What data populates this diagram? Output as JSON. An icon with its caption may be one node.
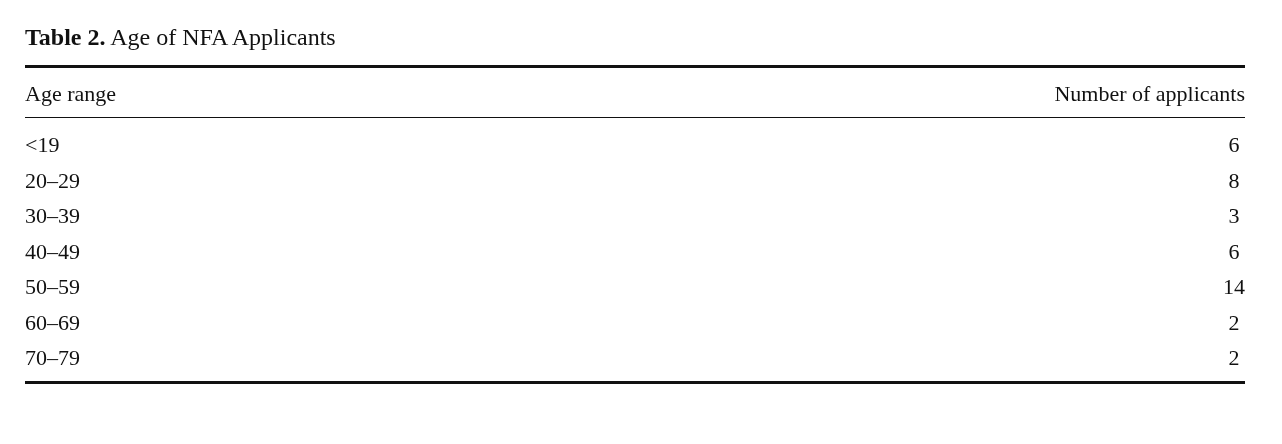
{
  "diagram": {
    "title": "**Table 2.** Age of NFA Applicants",
    "labels": [
      "Age range",
      "Number of applicants",
      "<19",
      "6",
      "20–29",
      "8",
      "30–39",
      "3",
      "40–49",
      "6",
      "50–59",
      "14",
      "60–69",
      "2",
      "70–79",
      "2"
    ]
  }
}
